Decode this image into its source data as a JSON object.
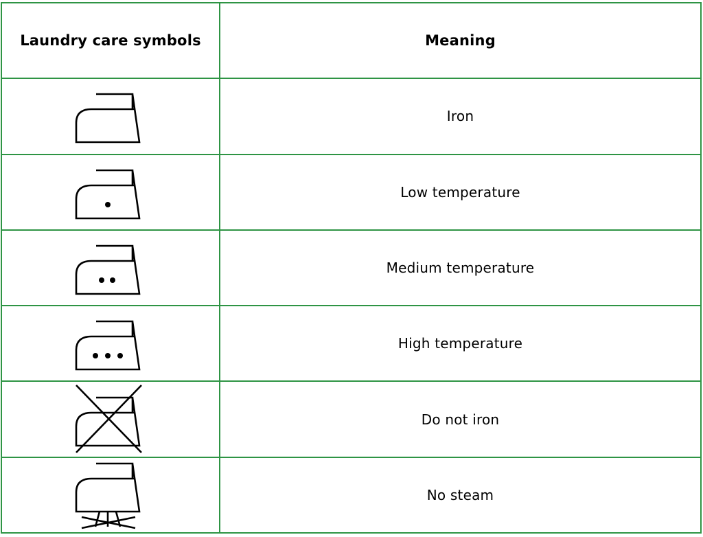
{
  "table": {
    "headers": {
      "symbols": "Laundry care symbols",
      "meaning": "Meaning"
    },
    "rows": [
      {
        "icon": "iron-icon",
        "meaning": "Iron"
      },
      {
        "icon": "iron-one-dot-icon",
        "meaning": "Low temperature"
      },
      {
        "icon": "iron-two-dots-icon",
        "meaning": "Medium temperature"
      },
      {
        "icon": "iron-three-dots-icon",
        "meaning": "High temperature"
      },
      {
        "icon": "iron-crossed-out-icon",
        "meaning": "Do not iron"
      },
      {
        "icon": "iron-no-steam-icon",
        "meaning": "No steam"
      }
    ]
  },
  "colors": {
    "border": "#2e9444",
    "text": "#000000",
    "background": "#ffffff"
  }
}
